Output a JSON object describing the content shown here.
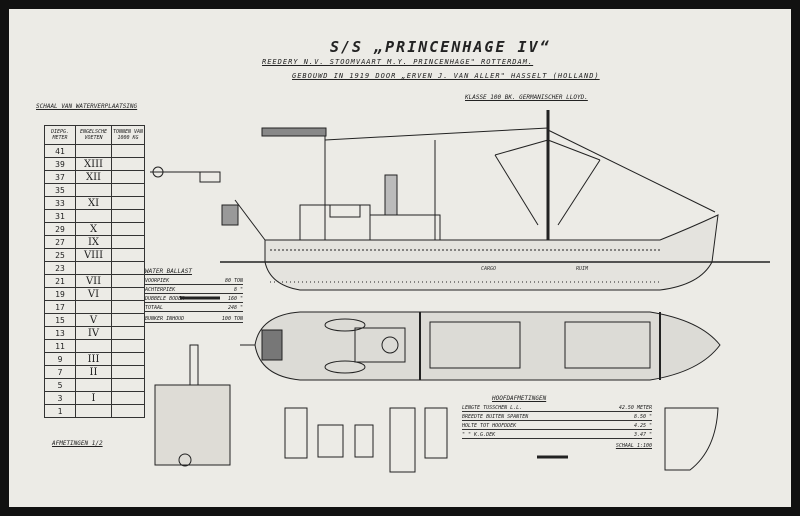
{
  "title": "S/S „PRINCENHAGE IV“",
  "subtitle_lines": [
    "REEDERY N.V. STOOMVAART M.Y. PRINCENHAGE\" ROTTERDAM.",
    "GEBOUWD IN 1919 DOOR „ERVEN J. VAN ALLER\" HASSELT (HOLLAND)",
    "KLASSE 100 BK. GERMANISCHER LLOYD."
  ],
  "scale_table": {
    "title": "SCHAAL VAN WATERVERPLAATSING",
    "headers": [
      "DIEPG. METER",
      "ENGELSCHE VOETEN",
      "TONNEN VAN 1000 KG"
    ],
    "rows": [
      {
        "m": "41",
        "r": ""
      },
      {
        "m": "39",
        "r": "XIII"
      },
      {
        "m": "37",
        "r": "XII"
      },
      {
        "m": "35",
        "r": ""
      },
      {
        "m": "33",
        "r": "XI"
      },
      {
        "m": "31",
        "r": ""
      },
      {
        "m": "29",
        "r": "X"
      },
      {
        "m": "27",
        "r": "IX"
      },
      {
        "m": "25",
        "r": "VIII"
      },
      {
        "m": "23",
        "r": ""
      },
      {
        "m": "21",
        "r": "VII"
      },
      {
        "m": "19",
        "r": "VI"
      },
      {
        "m": "17",
        "r": ""
      },
      {
        "m": "15",
        "r": "V"
      },
      {
        "m": "13",
        "r": "IV"
      },
      {
        "m": "11",
        "r": ""
      },
      {
        "m": "9",
        "r": "III"
      },
      {
        "m": "7",
        "r": "II"
      },
      {
        "m": "5",
        "r": ""
      },
      {
        "m": "3",
        "r": "I"
      },
      {
        "m": "1",
        "r": ""
      }
    ]
  },
  "water_ballast": {
    "title": "WATER BALLAST",
    "rows": [
      {
        "label": "VOORPIEK",
        "value": "80 TON"
      },
      {
        "label": "ACHTERPIEK",
        "value": "8 \""
      },
      {
        "label": "DUBBELE BODEM",
        "value": "160 \""
      },
      {
        "label": "TOTAAL",
        "value": "248 \""
      }
    ],
    "bunker": {
      "label": "BUNKER INHOUD",
      "value": "100 TON"
    }
  },
  "main_dimensions": {
    "title": "HOOFDAFMETINGEN",
    "rows": [
      {
        "label": "LENGTE TUSSCHEN L.L.",
        "value": "42.50 METER"
      },
      {
        "label": "BREEDTE BUITEN SPANTEN",
        "value": "8.50 \""
      },
      {
        "label": "HOLTE TOT HOOFDDEK",
        "value": "4.25 \""
      },
      {
        "label": "\" \" K.G.DEK",
        "value": "3.47 \""
      }
    ],
    "scale": "SCHAAL 1:100"
  },
  "afmetingen_label": "AFMETINGEN 1/2",
  "profile_labels": [
    "CARGO",
    "RUIM"
  ]
}
